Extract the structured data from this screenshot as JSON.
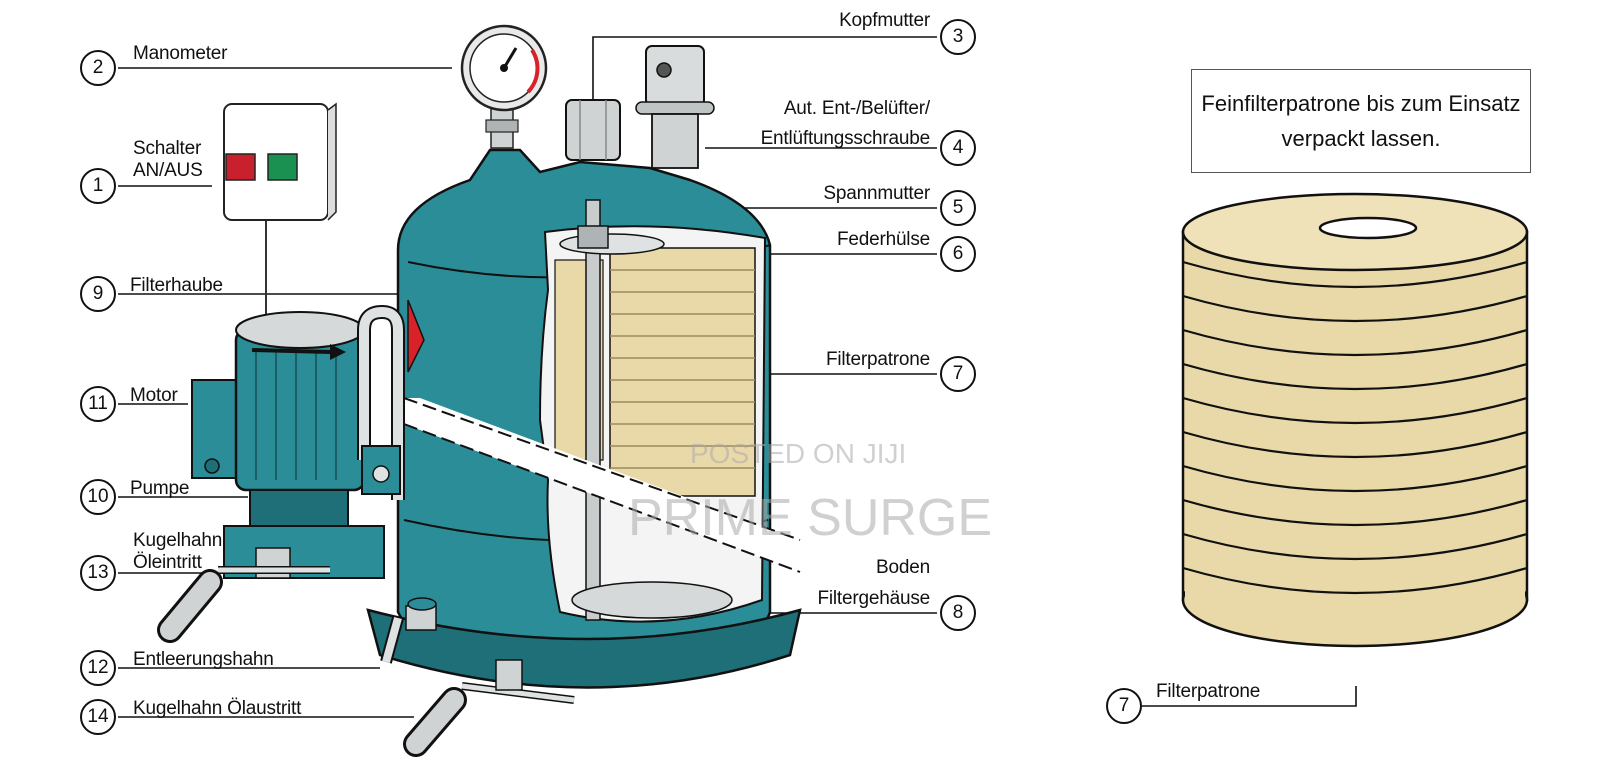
{
  "colors": {
    "housing": "#2b8d97",
    "housing_dark": "#1f6f78",
    "cartridge": "#ead9a8",
    "cartridge_line": "#9c8a5e",
    "switch_red": "#c8202c",
    "switch_green": "#1a9150",
    "accent_red": "#d8222a"
  },
  "labels": {
    "l1": "Schalter",
    "l1b": "AN/AUS",
    "l2": "Manometer",
    "l3": "Kopfmutter",
    "l4a": "Aut. Ent-/Belüfter/",
    "l4b": "Entlüftungsschraube",
    "l5": "Spannmutter",
    "l6": "Federhülse",
    "l7": "Filterpatrone",
    "l8a": "Boden",
    "l8b": "Filtergehäuse",
    "l9": "Filterhaube",
    "l10": "Pumpe",
    "l11": "Motor",
    "l12": "Entleerungshahn",
    "l13a": "Kugelhahn",
    "l13b": "Öleintritt",
    "l14": "Kugelhahn Ölaustritt",
    "l7r": "Filterpatrone"
  },
  "numbers": {
    "n1": "1",
    "n2": "2",
    "n3": "3",
    "n4": "4",
    "n5": "5",
    "n6": "6",
    "n7": "7",
    "n8": "8",
    "n9": "9",
    "n10": "10",
    "n11": "11",
    "n12": "12",
    "n13": "13",
    "n14": "14",
    "n7r": "7"
  },
  "note": {
    "line1": "Feinfilterpatrone bis zum Einsatz",
    "line2": "verpackt lassen."
  },
  "watermark": {
    "line1": "POSTED ON JIJI",
    "line2": "PRIME SURGE"
  }
}
